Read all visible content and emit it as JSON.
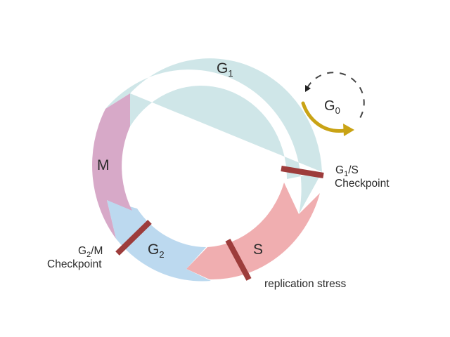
{
  "colors": {
    "g1": "#cfe6e8",
    "s": "#f0aeb0",
    "g2": "#bcd9ef",
    "m": "#d7a9c8",
    "checkpoint": "#9d3c3b",
    "g0_arrow": "#c9a315",
    "g0_dashed": "#444444"
  },
  "phases": {
    "g1": {
      "main": "G",
      "sub": "1"
    },
    "g0": {
      "main": "G",
      "sub": "0"
    },
    "s": {
      "text": "S"
    },
    "g2": {
      "main": "G",
      "sub": "2"
    },
    "m": {
      "text": "M"
    }
  },
  "annotations": {
    "g1s_checkpoint": {
      "part1": "G",
      "sub": "1",
      "part2": "/S",
      "line2": "Checkpoint"
    },
    "g2m_checkpoint": {
      "part1": "G",
      "sub": "2",
      "part2": "/M",
      "line2": "Checkpoint"
    },
    "replication_stress": "replication stress"
  }
}
